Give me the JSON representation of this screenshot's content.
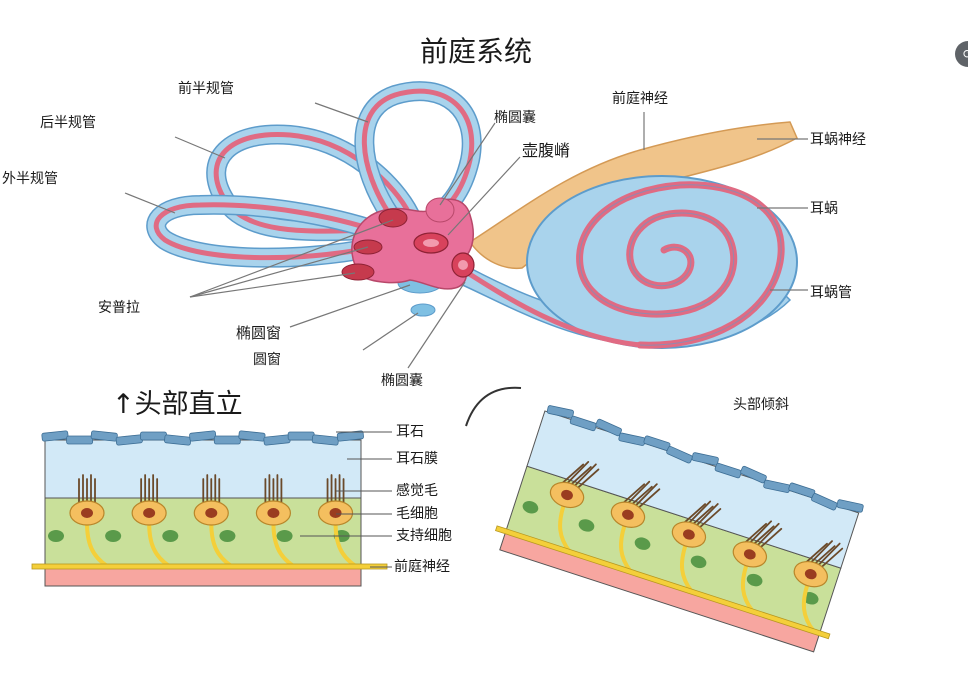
{
  "title": "前庭系统",
  "labels": {
    "anterior_canal": "前半规管",
    "posterior_canal": "后半规管",
    "lateral_canal": "外半规管",
    "utricle": "椭圆囊",
    "ampullary_crest": "壶腹嵴",
    "vestibular_nerve": "前庭神经",
    "cochlear_nerve": "耳蜗神经",
    "cochlea": "耳蜗",
    "cochlear_duct": "耳蜗管",
    "ampulla": "安普拉",
    "oval_window": "椭圆窗",
    "round_window": "圆窗",
    "saccule": "椭圆囊"
  },
  "panels": {
    "upright_title": "↑头部直立",
    "tilted_title": "头部倾斜",
    "otoliths": "耳石",
    "otolith_membrane": "耳石膜",
    "stereocilia": "感觉毛",
    "hair_cell": "毛细胞",
    "support_cells": "支持细胞",
    "vestibular_nerve": "前庭神经"
  },
  "colors": {
    "canal_outer": "#a9d3ec",
    "canal_stroke": "#5d9ccb",
    "canal_inner": "#e06b83",
    "vestibule": "#e8709a",
    "nerve": "#f0c48a",
    "otolith": "#6f9fc4",
    "gel": "#d2e9f7",
    "support": "#c9e09a",
    "base": "#f7a6a0",
    "hair_cell": "#f4bf5f",
    "nerve_fiber": "#f4cf3a"
  }
}
